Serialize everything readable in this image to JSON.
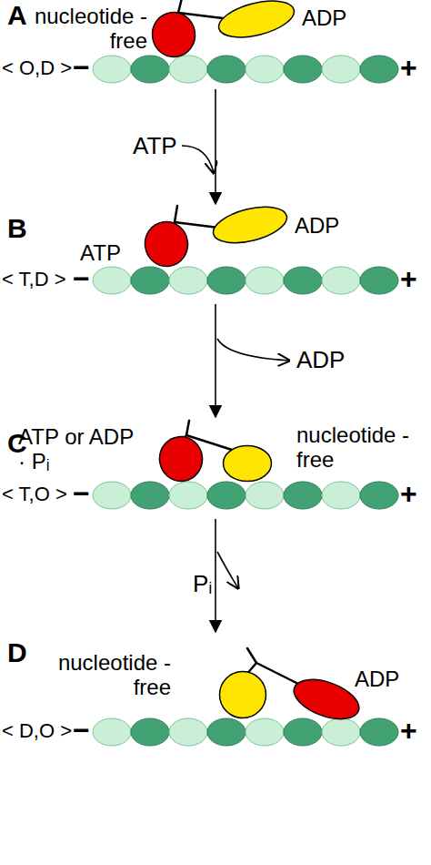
{
  "diagram": {
    "nodes": [
      {
        "text": [
          "nucleotide -free"
        ]
      },
      {
        "text": [
          "ADP"
        ]
      },
      {
        "text": [
          "ATP"
        ]
      },
      {
        "text": [
          "ADP"
        ]
      },
      {
        "text": [
          "ATP or ADP · Pᵢ"
        ]
      },
      {
        "text": [
          "nucleotide -free"
        ]
      },
      {
        "text": [
          "nucleotide -free"
        ]
      },
      {
        "text": [
          "ADP"
        ]
      }
    ],
    "labels": [
      "A",
      "< O,D >",
      "−",
      "+",
      "ATP",
      "B",
      "< T,D >",
      "−",
      "+",
      "ADP",
      "C",
      "< T,O >",
      "−",
      "+",
      "Pᵢ",
      "D",
      "< D,O >",
      "−",
      "+"
    ]
  }
}
